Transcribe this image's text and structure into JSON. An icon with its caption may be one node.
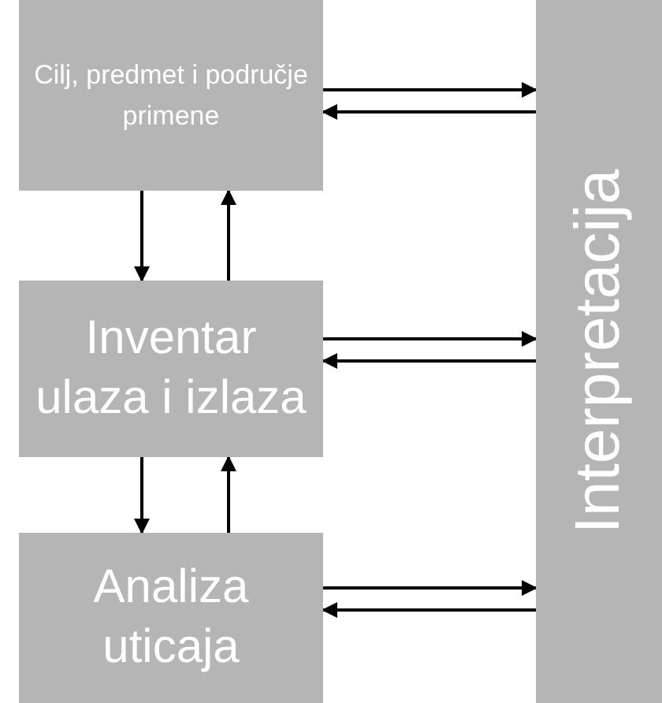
{
  "diagram": {
    "nodes": [
      {
        "text": [
          "Cilj, predmet i područje primene"
        ]
      },
      {
        "text": [
          "Inventar ulaza i izlaza"
        ]
      },
      {
        "text": [
          "Analiza uticaja"
        ]
      },
      {
        "text": [
          "Interpretacija"
        ]
      }
    ],
    "edges": [
      {
        "from": 0,
        "to": 3,
        "arrow": "to"
      },
      {
        "from": 3,
        "to": 0,
        "arrow": "to"
      },
      {
        "from": 0,
        "to": 1,
        "arrow": "to"
      },
      {
        "from": 1,
        "to": 0,
        "arrow": "to"
      },
      {
        "from": 1,
        "to": 3,
        "arrow": "to"
      },
      {
        "from": 3,
        "to": 1,
        "arrow": "to"
      },
      {
        "from": 1,
        "to": 2,
        "arrow": "to"
      },
      {
        "from": 2,
        "to": 1,
        "arrow": "to"
      },
      {
        "from": 2,
        "to": 3,
        "arrow": "to"
      },
      {
        "from": 3,
        "to": 2,
        "arrow": "to"
      }
    ]
  }
}
